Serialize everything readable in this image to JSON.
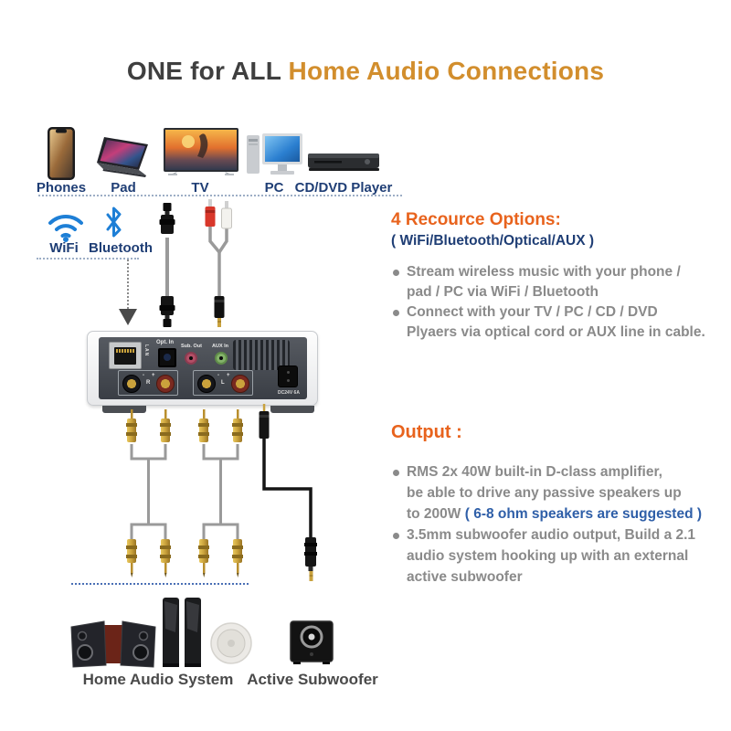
{
  "title": {
    "dark": "ONE for ALL",
    "orange": " Home Audio Connections"
  },
  "devices": {
    "items": [
      {
        "label": "Phones"
      },
      {
        "label": "Pad"
      },
      {
        "label": "TV"
      },
      {
        "label": "PC"
      },
      {
        "label": "CD/DVD Player"
      }
    ]
  },
  "wireless": {
    "wifi_label": "WiFi",
    "bluetooth_label": "Bluetooth"
  },
  "resource": {
    "heading": "4 Recource Options:",
    "subheading": "( WiFi/Bluetooth/Optical/AUX )",
    "bullet1_line1": "Stream wireless music with your phone /",
    "bullet1_line2": "pad / PC via WiFi / Bluetooth",
    "bullet2_line1": "Connect with your TV / PC / CD / DVD",
    "bullet2_line2": "Plyaers via optical cord or AUX line in cable."
  },
  "output": {
    "heading": "Output :",
    "bullet1_line1": "RMS 2x 40W built-in D-class amplifier,",
    "bullet1_line2": "be able to drive any passive speakers up",
    "bullet1_line3_prefix": "to 200W ",
    "bullet1_line3_blue": "( 6-8 ohm speakers are suggested )",
    "bullet2_line1": "3.5mm subwoofer audio output, Build a 2.1",
    "bullet2_line2": "audio system hooking up with an external",
    "bullet2_line3": "active subwoofer"
  },
  "amplifier": {
    "lan_label": "LAN",
    "optical_label": "Opt. In",
    "sub_out_label": "Sub. Out",
    "aux_in_label": "AUX In",
    "power_label": "DC24V 6A",
    "right_label": "R",
    "left_label": "L",
    "plus": "+",
    "minus": "-"
  },
  "speakers": {
    "home_label": "Home Audio System",
    "subwoofer_label": "Active Subwoofer"
  },
  "colors": {
    "title_orange": "#d28e2d",
    "heading_orange": "#e8631d",
    "navy": "#1f3e75",
    "body_gray": "#8a8a8a",
    "inline_blue": "#2f5fa8",
    "icon_blue": "#1e7fd6"
  }
}
